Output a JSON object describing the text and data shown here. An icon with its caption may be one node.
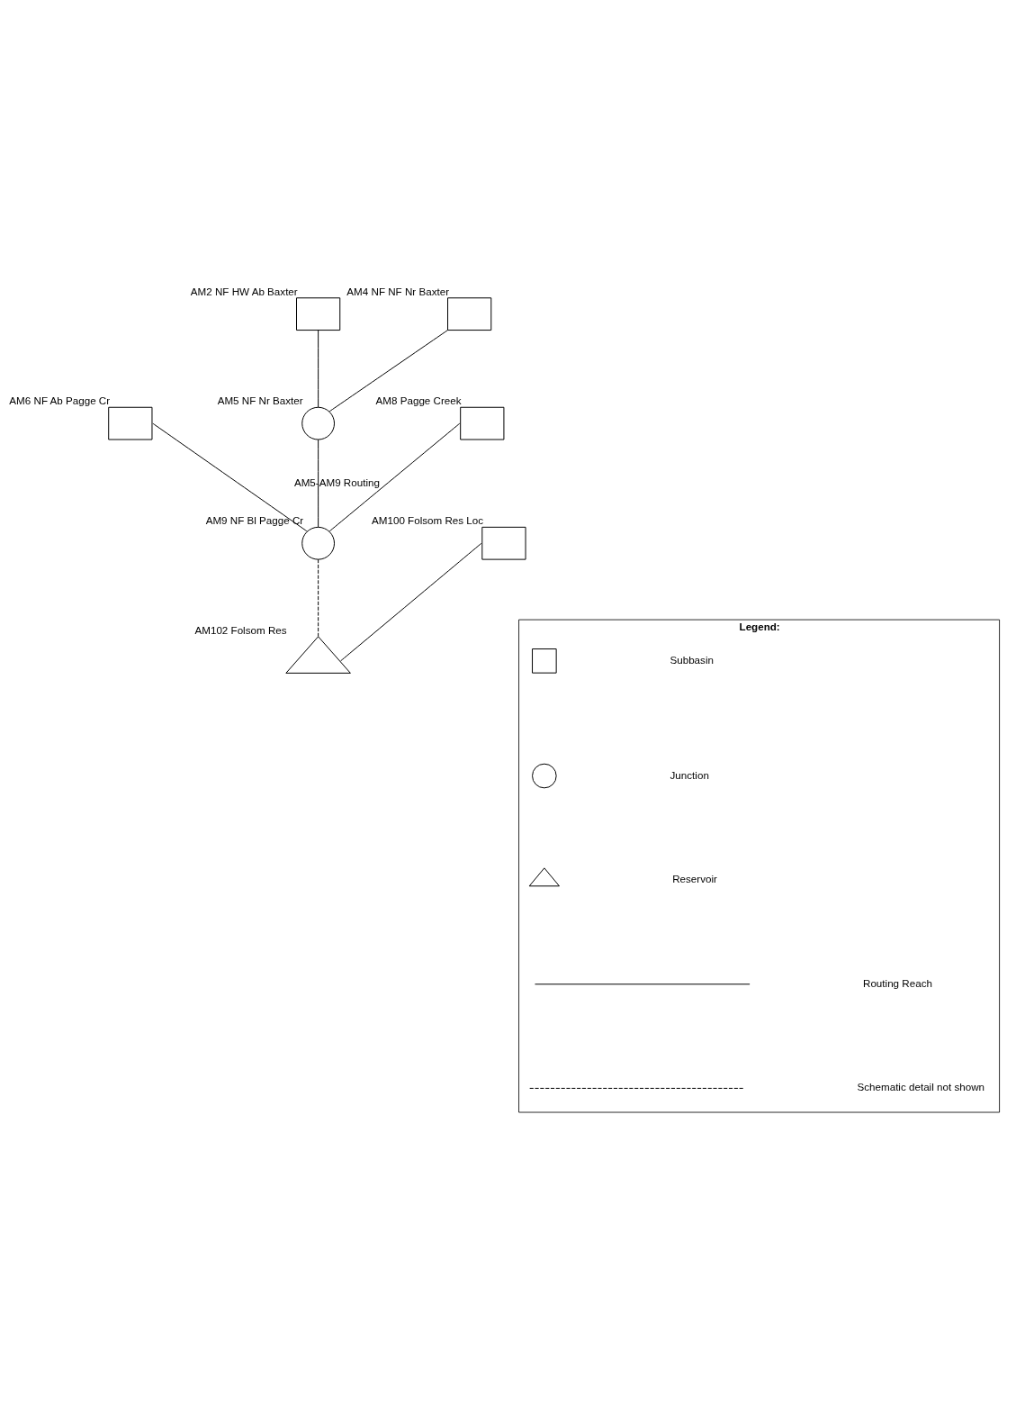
{
  "diagram": {
    "nodes": [
      {
        "text": [
          "AM2 NF HW Ab Baxter"
        ]
      },
      {
        "text": [
          "AM4 NF NF Nr Baxter"
        ]
      },
      {
        "text": [
          "AM5 NF Nr Baxter"
        ]
      },
      {
        "text": [
          "AM6 NF Ab Pagge Cr"
        ]
      },
      {
        "text": [
          "AM8 Pagge Creek"
        ]
      },
      {
        "text": [
          "AM9 NF Bl Pagge Cr"
        ]
      },
      {
        "text": [
          "AM100 Folsom Res Loc"
        ]
      },
      {
        "text": [
          "AM102 Folsom Res"
        ]
      },
      {
        "text": [
          "Legend:"
        ]
      },
      {
        "text": [],
        "shape": "box",
        "in": 8
      },
      {
        "text": [],
        "shape": "circle",
        "in": 8
      },
      {
        "text": [],
        "shape": "triangle",
        "in": 8
      }
    ],
    "edges": [
      {
        "from": 0,
        "to": 2,
        "arrow": "none"
      },
      {
        "from": 1,
        "to": 2,
        "arrow": "none"
      },
      {
        "from": 2,
        "to": 5,
        "arrow": "none",
        "label": "AM5-AM9 Routing"
      },
      {
        "from": 3,
        "to": 5,
        "arrow": "none"
      },
      {
        "from": 4,
        "to": 5,
        "arrow": "none"
      },
      {
        "from": 5,
        "to": 7,
        "arrow": "none",
        "style": "dashed"
      },
      {
        "from": 6,
        "to": 7,
        "arrow": "none"
      }
    ],
    "legend": [
      {
        "text": "Subbasin"
      },
      {
        "text": "Junction"
      },
      {
        "text": "Reservoir"
      },
      {
        "text": "Routing Reach"
      },
      {
        "text": "Schematic detail not shown"
      }
    ]
  }
}
